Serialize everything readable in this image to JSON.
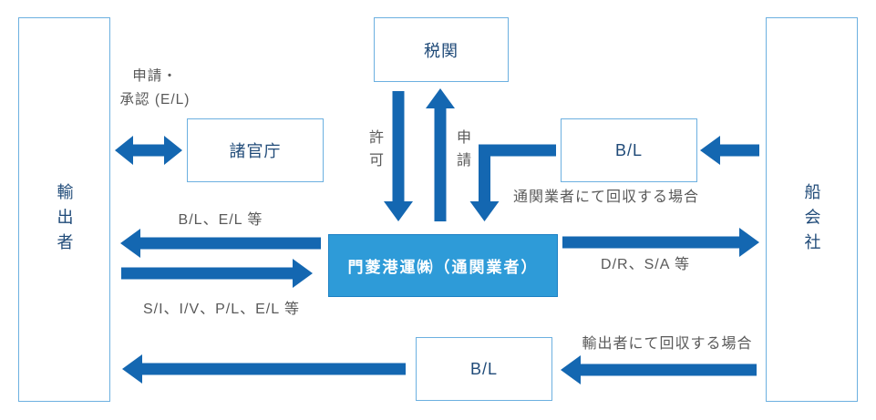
{
  "diagram": {
    "nodes": {
      "exporter": "輸出者",
      "shipping_company": "船会社",
      "customs": "税関",
      "authorities": "諸官庁",
      "bl_top": "B/L",
      "broker": "門菱港運㈱（通関業者）",
      "bl_bottom": "B/L"
    },
    "labels": {
      "application_approval": [
        "申請・",
        "承認 (E/L)"
      ],
      "permit": "許可",
      "application": "申請",
      "collected_by_broker": "通関業者にて回収する場合",
      "docs_to_exporter": "B/L、E/L 等",
      "docs_from_exporter": "S/I、I/V、P/L、E/L 等",
      "docs_to_carrier": "D/R、S/A 等",
      "collected_by_exporter": "輸出者にて回収する場合"
    }
  },
  "colors": {
    "arrow": "#1467b1",
    "box_border": "#6cb0e0",
    "box_text": "#1f4a78",
    "broker_fill": "#2e9bd8",
    "broker_border": "#1c80c4",
    "broker_text": "#ffffff",
    "label_text": "#595959"
  }
}
